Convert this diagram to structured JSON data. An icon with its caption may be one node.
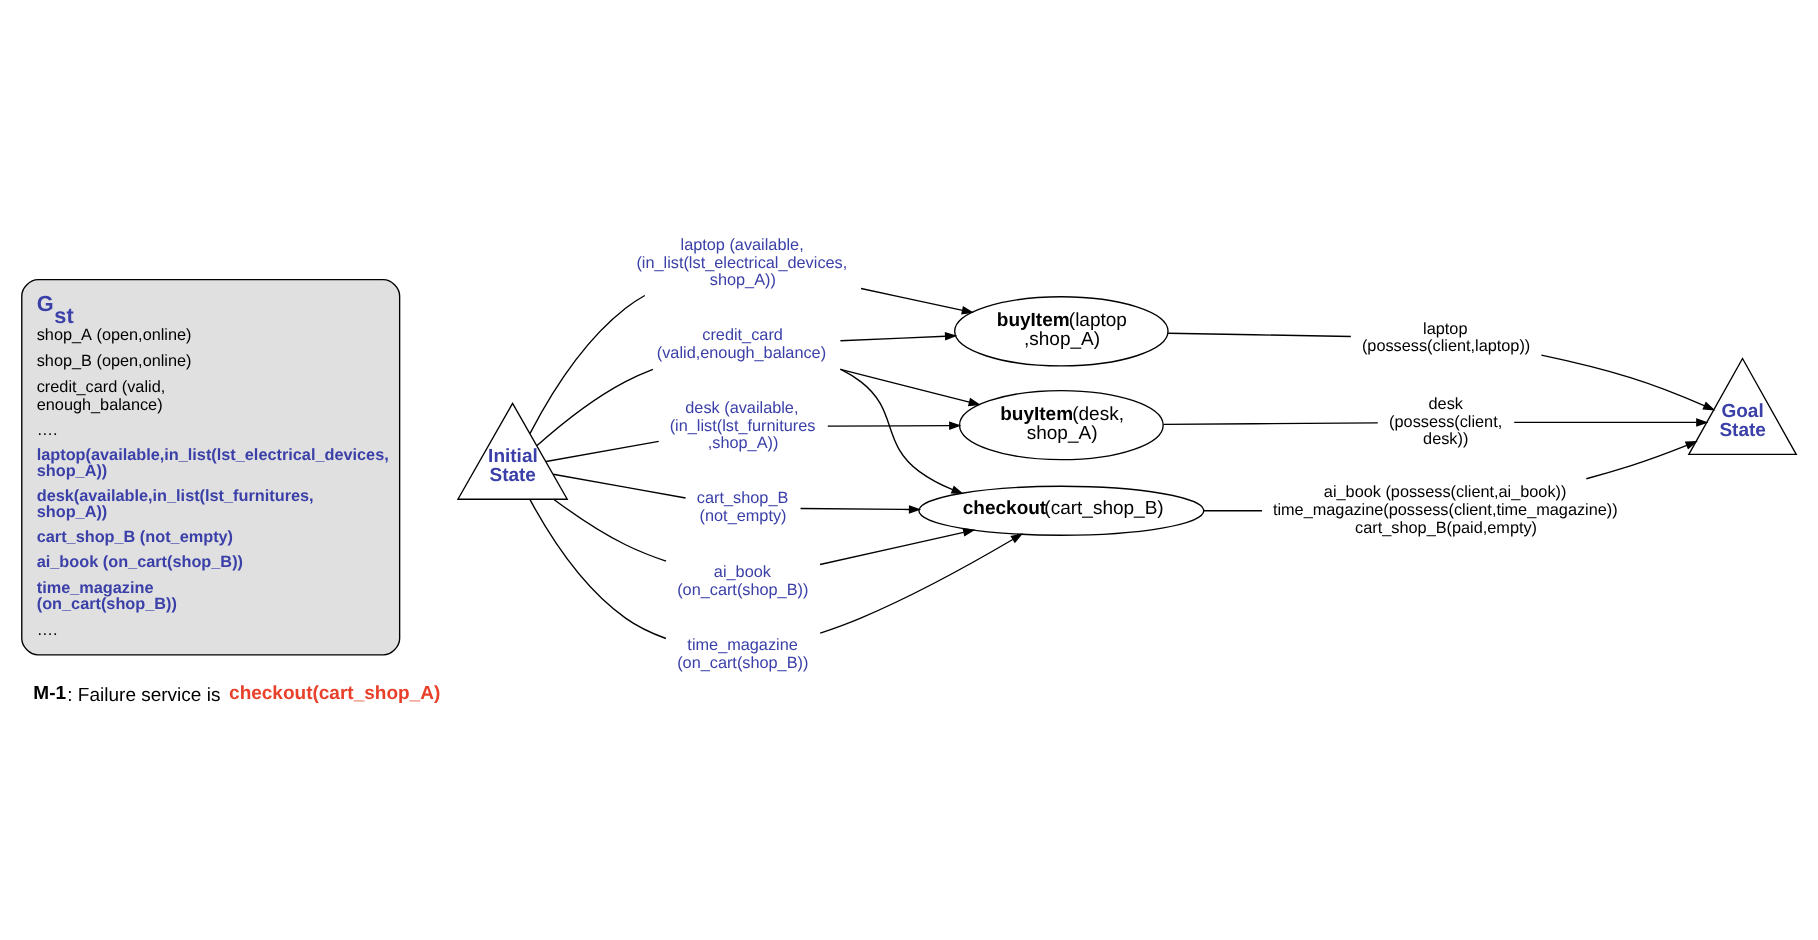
{
  "diagram": {
    "caption": "**M-1**: Failure service is **checkout(cart_shop_A)**",
    "nodes": [
      {
        "text": [
          "G$_{st}$",
          "shop_A (open,online)",
          "shop_B (open,online)",
          "credit_card (valid, enough_balance)",
          "….",
          "laptop(available,in_list(lst_electrical_devices, shop_A))",
          "desk(available,in_list(lst_furnitures, shop_A))",
          "cart_shop_B (not_empty)",
          "ai_book (on_cart(shop_B))",
          "time_magazine (on_cart(shop_B))",
          "…."
        ]
      },
      {
        "text": [
          "Initial State"
        ]
      },
      {
        "text": [
          "laptop (available, (in_list(lst_electrical_devices, shop_A))"
        ]
      },
      {
        "text": [
          "desk (available, (in_list(lst_furnitures ,shop_A))"
        ]
      },
      {
        "text": [
          "credit_card (valid,enough_balance)"
        ]
      },
      {
        "text": [
          "cart_shop_B (not_empty)"
        ]
      },
      {
        "text": [
          "ai_book (on_cart(shop_B))"
        ]
      },
      {
        "text": [
          "time_magazine (on_cart(shop_B))"
        ]
      },
      {
        "text": [
          "**buyItem**(laptop ,shop_A)"
        ]
      },
      {
        "text": [
          "**buyItem**(desk, shop_A)"
        ]
      },
      {
        "text": [
          "**checkout**(cart_shop_B)"
        ]
      },
      {
        "text": [
          "laptop (possess(client,laptop))"
        ]
      },
      {
        "text": [
          "desk (possess(client, desk))"
        ]
      },
      {
        "text": [
          "ai_book (possess(client,ai_book)) time_magazine(possess(client,time_magazine)) cart_shop_B(paid,empty)"
        ]
      },
      {
        "text": [
          "Goal State"
        ]
      }
    ],
    "edges": [
      {
        "from": 1,
        "to": 2,
        "arrow": "none"
      },
      {
        "from": 2,
        "to": 8,
        "arrow": "to"
      },
      {
        "from": 1,
        "to": 3,
        "arrow": "none"
      },
      {
        "from": 3,
        "to": 9,
        "arrow": "to"
      },
      {
        "from": 1,
        "to": 4,
        "arrow": "none"
      },
      {
        "from": 4,
        "to": 8,
        "arrow": "to"
      },
      {
        "from": 4,
        "to": 9,
        "arrow": "to"
      },
      {
        "from": 4,
        "to": 10,
        "arrow": "to"
      },
      {
        "from": 1,
        "to": 5,
        "arrow": "none"
      },
      {
        "from": 5,
        "to": 10,
        "arrow": "to"
      },
      {
        "from": 1,
        "to": 6,
        "arrow": "none"
      },
      {
        "from": 6,
        "to": 10,
        "arrow": "to"
      },
      {
        "from": 1,
        "to": 7,
        "arrow": "none"
      },
      {
        "from": 7,
        "to": 10,
        "arrow": "to"
      },
      {
        "from": 8,
        "to": 11,
        "arrow": "none"
      },
      {
        "from": 11,
        "to": 14,
        "arrow": "to"
      },
      {
        "from": 9,
        "to": 12,
        "arrow": "none"
      },
      {
        "from": 12,
        "to": 14,
        "arrow": "to"
      },
      {
        "from": 10,
        "to": 13,
        "arrow": "none"
      },
      {
        "from": 13,
        "to": 14,
        "arrow": "to"
      }
    ]
  }
}
